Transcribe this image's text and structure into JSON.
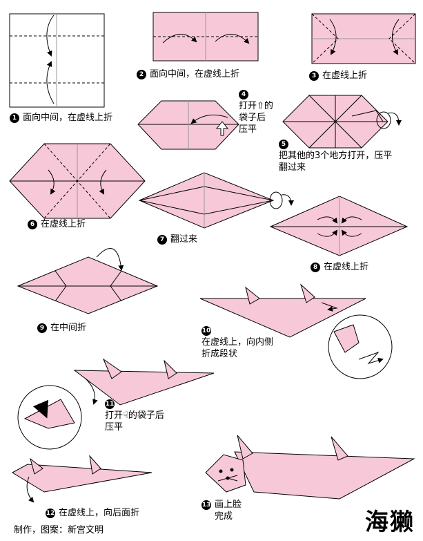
{
  "colors": {
    "paper": "#f7c8d8",
    "line": "#000000",
    "accent": "#000000"
  },
  "steps": [
    {
      "num": "1",
      "text": "面向中间，在虚线上折"
    },
    {
      "num": "2",
      "text": "面向中间，在虚线上折"
    },
    {
      "num": "3",
      "text": "在虚线上折"
    },
    {
      "num": "4",
      "line1": "打开⇧的",
      "line2": "袋子后",
      "line3": "压平"
    },
    {
      "num": "5",
      "line1": "把其他的3个地方打开，压平",
      "line2": "翻过来"
    },
    {
      "num": "6",
      "text": "在虚线上折"
    },
    {
      "num": "7",
      "text": "翻过来"
    },
    {
      "num": "8",
      "text": "在虚线上折"
    },
    {
      "num": "9",
      "text": "在中间折"
    },
    {
      "num": "10",
      "line1": "在虚线上，向内侧",
      "line2": "折成段状"
    },
    {
      "num": "11",
      "line1": "打开☟的袋子后",
      "line2": "压平"
    },
    {
      "num": "12",
      "text": "在虚线上，向后面折"
    },
    {
      "num": "13",
      "line1": "画上脸",
      "line2": "完成"
    }
  ],
  "credit": "制作，图案：新宫文明",
  "title": "海獭"
}
